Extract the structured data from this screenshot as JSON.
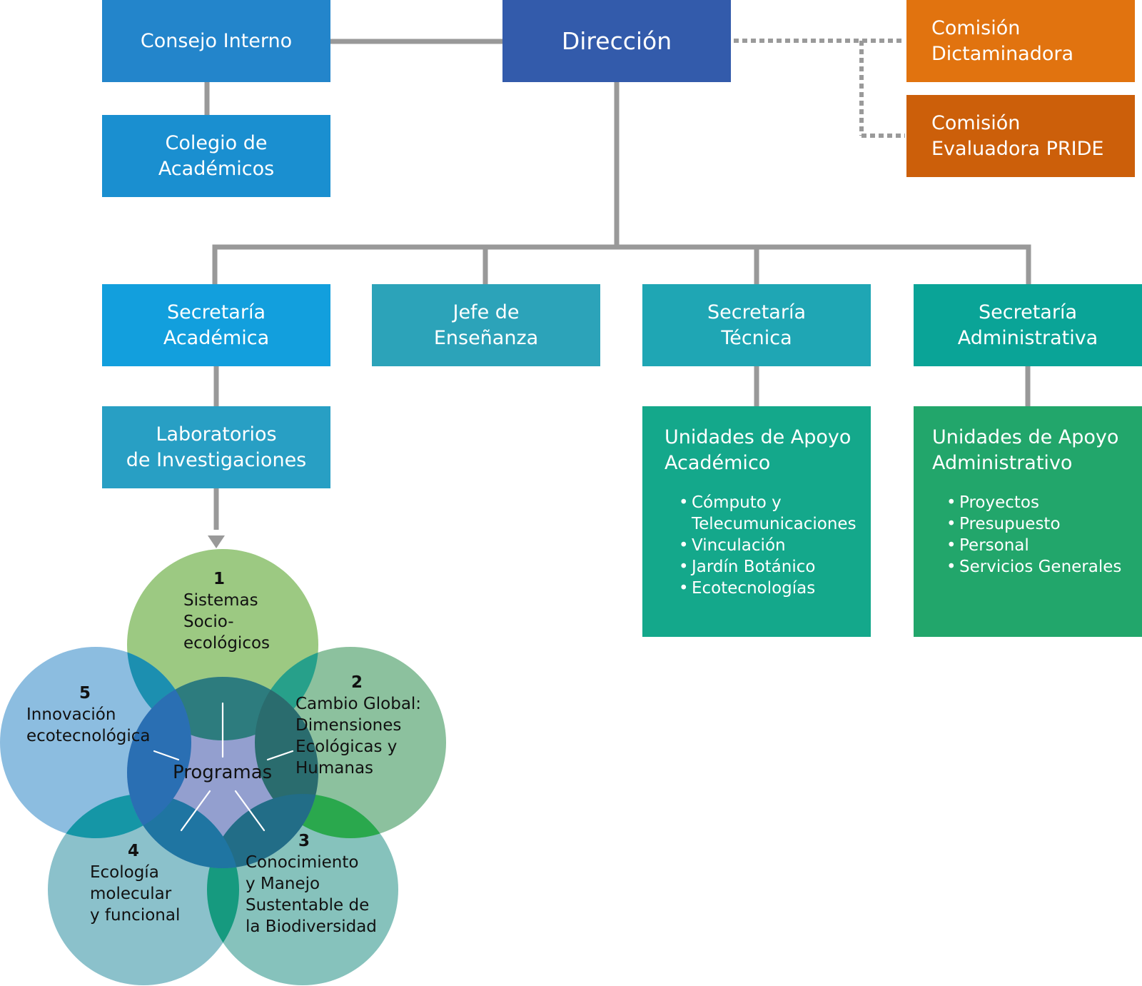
{
  "colors": {
    "connector": "#999999",
    "consejo": "#2385cb",
    "colegio": "#1a8fd0",
    "direccion": "#335bab",
    "comision_dictaminadora": "#e1730f",
    "comision_pride": "#cc5f0a",
    "sec_academica": "#129fdd",
    "jefe": "#2ca3b9",
    "sec_tecnica": "#1fa6b4",
    "sec_administrativa": "#0aa497",
    "laboratorios": "#289fc4",
    "unidades_academico": "#14a88b",
    "unidades_administrativo": "#22a66b"
  },
  "boxes": {
    "consejo": {
      "lines": [
        "Consejo Interno"
      ]
    },
    "colegio": {
      "lines": [
        "Colegio de",
        "Académicos"
      ]
    },
    "direccion": {
      "lines": [
        "Dirección"
      ]
    },
    "comision_dictaminadora": {
      "lines": [
        "Comisión",
        "Dictaminadora"
      ]
    },
    "comision_pride": {
      "lines": [
        "Comisión",
        "Evaluadora PRIDE"
      ]
    },
    "sec_academica": {
      "lines": [
        "Secretaría",
        "Académica"
      ]
    },
    "jefe": {
      "lines": [
        "Jefe de",
        "Enseñanza"
      ]
    },
    "sec_tecnica": {
      "lines": [
        "Secretaría",
        "Técnica"
      ]
    },
    "sec_administrativa": {
      "lines": [
        "Secretaría",
        "Administrativa"
      ]
    },
    "laboratorios": {
      "lines": [
        "Laboratorios",
        "de Investigaciones"
      ]
    },
    "unidades_academico": {
      "lines": [
        "Unidades de Apoyo",
        "Académico"
      ],
      "items": [
        [
          "Cómputo y",
          "Telecumunicaciones"
        ],
        [
          "Vinculación"
        ],
        [
          "Jardín Botánico"
        ],
        [
          "Ecotecnologías"
        ]
      ]
    },
    "unidades_administrativo": {
      "lines": [
        "Unidades de Apoyo",
        "Administrativo"
      ],
      "items": [
        [
          "Proyectos"
        ],
        [
          "Presupuesto"
        ],
        [
          "Personal"
        ],
        [
          "Servicios Generales"
        ]
      ]
    }
  },
  "programs": {
    "center_label": "Programas",
    "items": [
      {
        "number": "1",
        "lines": [
          "Sistemas",
          "Socio-",
          "ecológicos"
        ],
        "color": "#9cc982"
      },
      {
        "number": "2",
        "lines": [
          "Cambio Global:",
          "Dimensiones",
          "Ecológicas y",
          "Humanas"
        ],
        "color": "#8cc19e"
      },
      {
        "number": "3",
        "lines": [
          "Conocimiento",
          "y Manejo",
          "Sustentable de",
          "la Biodiversidad"
        ],
        "color": "#86c2bc"
      },
      {
        "number": "4",
        "lines": [
          "Ecología",
          "molecular",
          "y funcional"
        ],
        "color": "#8bc1cb"
      },
      {
        "number": "5",
        "lines": [
          "Innovación",
          "ecotecnológica"
        ],
        "color": "#8cbde0"
      }
    ],
    "center_color": "#939fcf",
    "lens_colors": [
      "#27a08a",
      "#2aa84d",
      "#169a7f",
      "#1596a6",
      "#1c8fb0"
    ],
    "ring_colors": [
      "#2d7c7e",
      "#2a6c6e",
      "#226d87",
      "#1f75a2",
      "#2a6fb3"
    ]
  }
}
